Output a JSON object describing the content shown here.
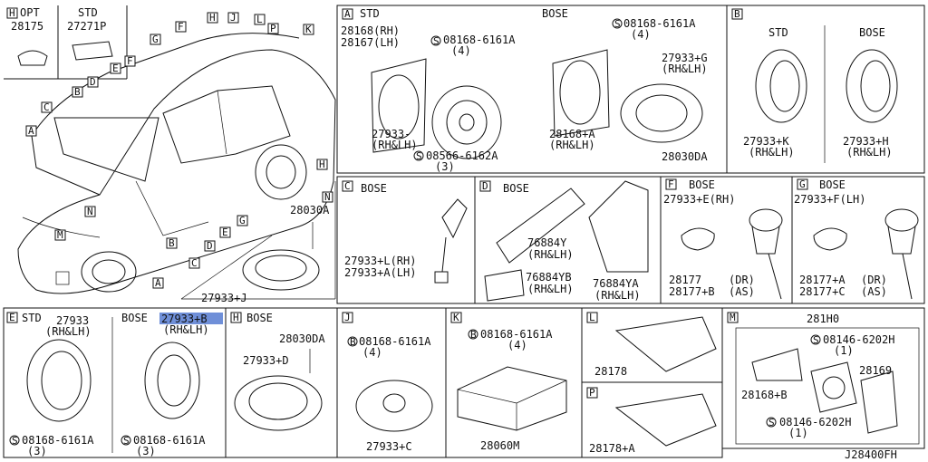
{
  "top_left": {
    "opt_letter": "H",
    "opt_label": "OPT",
    "opt_part": "28175",
    "std_label": "STD",
    "std_part": "27271P"
  },
  "car_callouts": [
    "G",
    "F",
    "H",
    "J",
    "L",
    "P",
    "K",
    "E",
    "F",
    "B",
    "D",
    "C",
    "A",
    "N",
    "M",
    "B",
    "A",
    "C",
    "D",
    "E",
    "G",
    "H"
  ],
  "section_n": {
    "letter": "N",
    "part": "28030A",
    "part2": "27933+J"
  },
  "section_a": {
    "letter": "A",
    "std": "STD",
    "bose": "BOSE",
    "std_parts": [
      "28168(RH)",
      "28167(LH)",
      "27933-",
      "(RH&LH)"
    ],
    "std_screw1": "08168-6161A",
    "std_screw1_qty": "(4)",
    "std_screw2": "08566-6162A",
    "std_screw2_qty": "(3)",
    "bose_screw": "08168-6161A",
    "bose_screw_qty": "(4)",
    "bose_parts": [
      "27933+G",
      "(RH&LH)",
      "28168+A",
      "(RH&LH)",
      "28030DA"
    ]
  },
  "section_b": {
    "letter": "B",
    "std": "STD",
    "bose": "BOSE",
    "std_part": "27933+K",
    "std_side": "(RH&LH)",
    "bose_part": "27933+H",
    "bose_side": "(RH&LH)"
  },
  "section_c": {
    "letter": "C",
    "bose": "BOSE",
    "p1": "27933+L(RH)",
    "p2": "27933+A(LH)"
  },
  "section_d": {
    "letter": "D",
    "bose": "BOSE",
    "p1": "76884Y",
    "p1s": "(RH&LH)",
    "p2": "76884YB",
    "p2s": "(RH&LH)",
    "p3": "76884YA",
    "p3s": "(RH&LH)"
  },
  "section_f": {
    "letter": "F",
    "bose": "BOSE",
    "p1": "27933+E(RH)",
    "p2": "28177",
    "p2s": "(DR)",
    "p3": "28177+B",
    "p3s": "(AS)"
  },
  "section_g": {
    "letter": "G",
    "bose": "BOSE",
    "p1": "27933+F(LH)",
    "p2": "28177+A",
    "p2s": "(DR)",
    "p3": "28177+C",
    "p3s": "(AS)"
  },
  "section_e": {
    "letter": "E",
    "std": "STD",
    "bose": "BOSE",
    "std_part": "27933",
    "std_side": "(RH&LH)",
    "bose_part": "27933+B",
    "bose_side": "(RH&LH)",
    "screw": "08168-6161A",
    "screw_qty": "(3)",
    "screw2": "08168-6161A",
    "screw2_qty": "(3)"
  },
  "section_h": {
    "letter": "H",
    "bose": "BOSE",
    "p1": "28030DA",
    "p2": "27933+D"
  },
  "section_j": {
    "letter": "J",
    "screw": "08168-6161A",
    "qty": "(4)",
    "part": "27933+C"
  },
  "section_k": {
    "letter": "K",
    "screw": "08168-6161A",
    "qty": "(4)",
    "part": "28060M"
  },
  "section_l": {
    "letter": "L",
    "part": "28178"
  },
  "section_p": {
    "letter": "P",
    "part": "28178+A"
  },
  "section_m": {
    "letter": "M",
    "head": "281H0",
    "screw": "08146-6202H",
    "qty": "(1)",
    "p1": "28169",
    "p2": "28168+B",
    "screw2": "08146-6202H",
    "qty2": "(1)"
  },
  "footer": {
    "code": "J28400FH"
  },
  "symbols": {
    "screw_marker": "S",
    "bolt_marker": "B"
  },
  "colors": {
    "highlight": "#6f8fd8"
  }
}
